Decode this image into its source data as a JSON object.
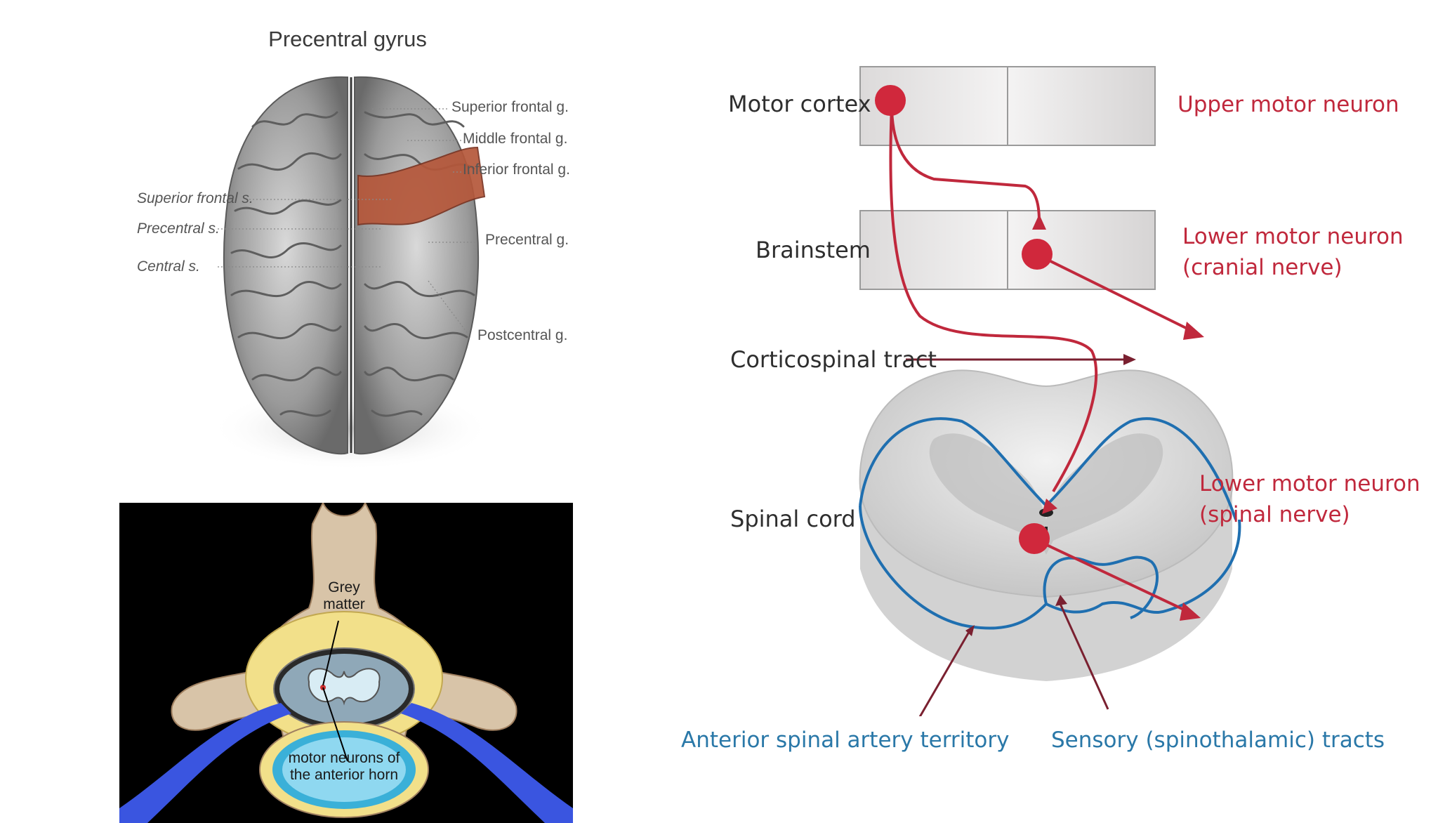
{
  "brain_panel": {
    "title": "Precentral gyrus",
    "labels_right": [
      "Superior frontal g.",
      "Middle frontal g.",
      "Inferior frontal g.",
      "Precentral g.",
      "Postcentral g."
    ],
    "labels_left": [
      "Superior frontal s.",
      "Precentral s.",
      "Central s."
    ],
    "highlight_color": "#b5573a"
  },
  "spine_panel": {
    "labels": [
      "Grey matter",
      "motor neurons of the anterior horn"
    ],
    "colors": {
      "background": "#000000",
      "bone": "#d8c4a8",
      "vessel": "#3a55e0",
      "fat": "#f2e08a",
      "disc": "#3ab0d8"
    }
  },
  "pathway_diagram": {
    "levels": [
      "Motor cortex",
      "Brainstem",
      "Corticospinal tract",
      "Spinal cord"
    ],
    "neuron_labels": {
      "upper": "Upper motor neuron",
      "lower_cranial_1": "Lower motor neuron",
      "lower_cranial_2": "(cranial nerve)",
      "lower_spinal_1": "Lower motor neuron",
      "lower_spinal_2": "(spinal nerve)"
    },
    "territory_labels": [
      "Anterior spinal artery territory",
      "Sensory (spinothalamic) tracts"
    ],
    "colors": {
      "neuron": "#c0283c",
      "territory": "#2a78a8",
      "box": "#e4e2e2"
    }
  }
}
